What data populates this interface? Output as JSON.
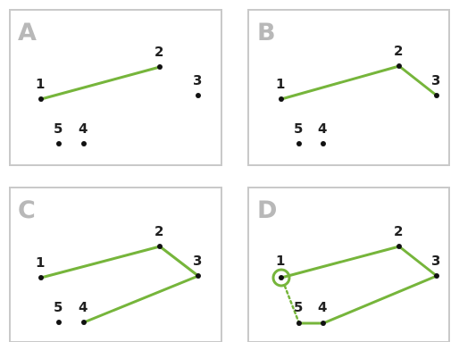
{
  "colors": {
    "frame": "#c9c9c9",
    "letter": "#b8b8b8",
    "path": "#76b53b",
    "point": "#111111",
    "label": "#1f1f1f"
  },
  "panels": [
    {
      "letter": "A"
    },
    {
      "letter": "B"
    },
    {
      "letter": "C"
    },
    {
      "letter": "D"
    }
  ],
  "point_labels": [
    "1",
    "2",
    "3",
    "5",
    "4"
  ]
}
